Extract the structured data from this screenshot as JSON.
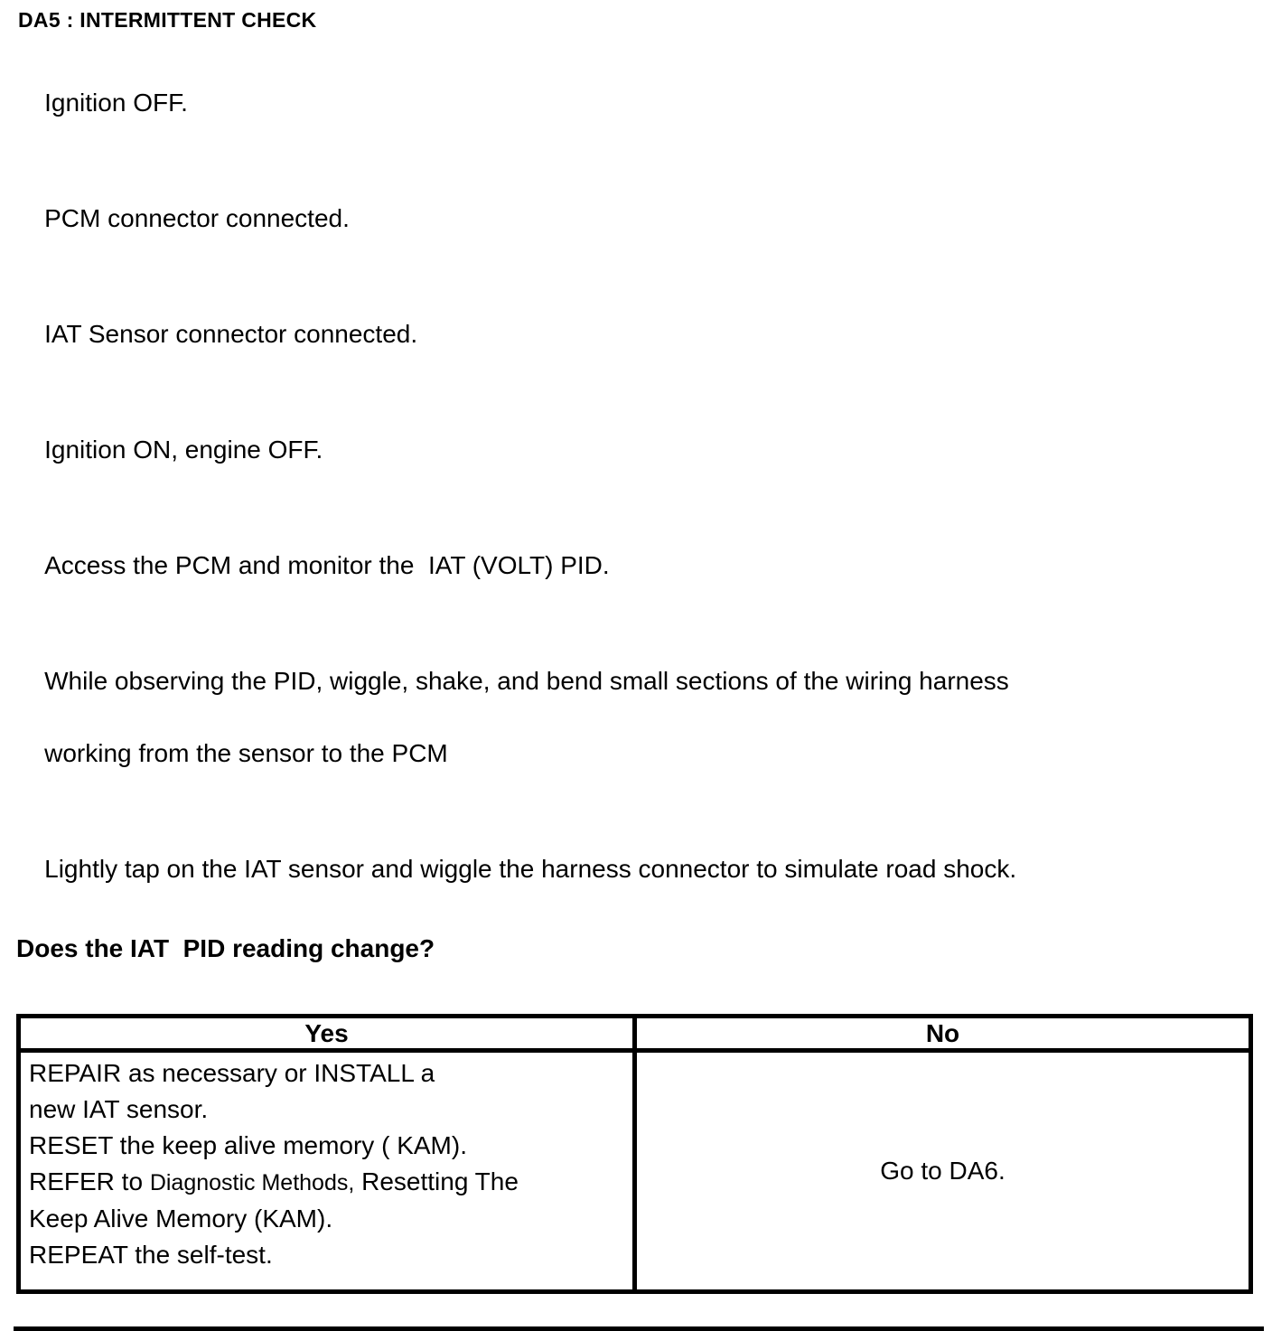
{
  "colors": {
    "text": "#000000",
    "background": "#ffffff",
    "table_border": "#000000"
  },
  "doc": {
    "title": "DA5 : INTERMITTENT CHECK",
    "steps": [
      {
        "lines": [
          "Ignition OFF."
        ]
      },
      {
        "lines": [
          "PCM connector connected."
        ]
      },
      {
        "lines": [
          "IAT Sensor connector connected."
        ]
      },
      {
        "lines": [
          "Ignition ON, engine OFF."
        ]
      },
      {
        "lines": [
          "Access the PCM and monitor the  IAT (VOLT) PID."
        ]
      },
      {
        "lines": [
          "While observing the PID, wiggle, shake, and bend small sections of the wiring harness",
          "working from the sensor to the PCM"
        ]
      },
      {
        "lines": [
          "Lightly tap on the IAT sensor and wiggle the harness connector to simulate road shock."
        ]
      }
    ],
    "question": "Does the IAT  PID reading change?",
    "result_table": {
      "headers": {
        "yes": "Yes",
        "no": "No"
      },
      "yes_cell": {
        "line1": "REPAIR as necessary or INSTALL a",
        "line2": "new IAT sensor.",
        "line3": "RESET the keep alive memory ( KAM).",
        "line4_prefix": "REFER to ",
        "line4_reference": "Diagnostic Methods,",
        "line4_suffix": " Resetting The",
        "line5": "Keep Alive Memory (KAM).",
        "line6": "REPEAT the self-test."
      },
      "no_cell": "Go to DA6."
    }
  }
}
